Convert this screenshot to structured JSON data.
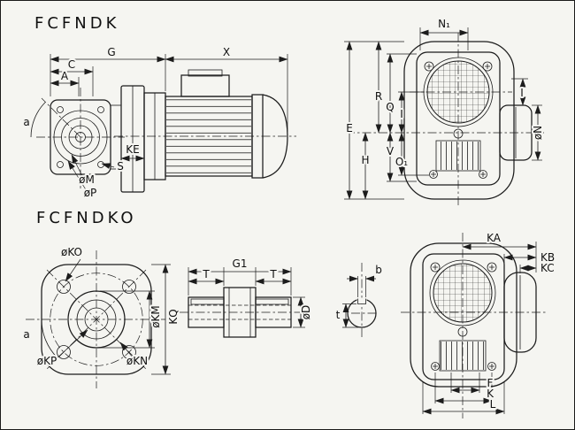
{
  "page": {
    "bg": "#f5f5f1",
    "ink": "#1c1c1c"
  },
  "fcfndk": {
    "title": "FCFNDK",
    "side_view": {
      "dim_C": "C",
      "dim_A": "A",
      "dim_G": "G",
      "dim_X": "X",
      "dim_KE": "KE",
      "dim_S": "S",
      "dim_M": "øM",
      "dim_P": "øP",
      "dim_angle": "a"
    },
    "front_view": {
      "dim_N1": "N₁",
      "dim_E": "E",
      "dim_R": "R",
      "dim_Q": "Q",
      "dim_I_left": "I",
      "dim_V": "V",
      "dim_H": "H",
      "dim_O1": "O₁",
      "dim_I_right": "I",
      "dim_N": "øN"
    }
  },
  "fcfndko": {
    "title": "FCFNDKO",
    "flange_view": {
      "dim_KO": "øKO",
      "dim_KM": "øKM",
      "dim_KQ": "KQ",
      "dim_KP": "øKP",
      "dim_KN": "øKN",
      "dim_angle": "a"
    },
    "shaft_view": {
      "dim_G1": "G1",
      "dim_T_left": "T",
      "dim_T_right": "T",
      "dim_D": "øD"
    },
    "key_view": {
      "dim_b": "b",
      "dim_t": "t"
    },
    "front_view": {
      "dim_KA": "KA",
      "dim_KB": "KB",
      "dim_KC": "KC",
      "dim_F": "F",
      "dim_K": "K",
      "dim_L": "L"
    }
  }
}
